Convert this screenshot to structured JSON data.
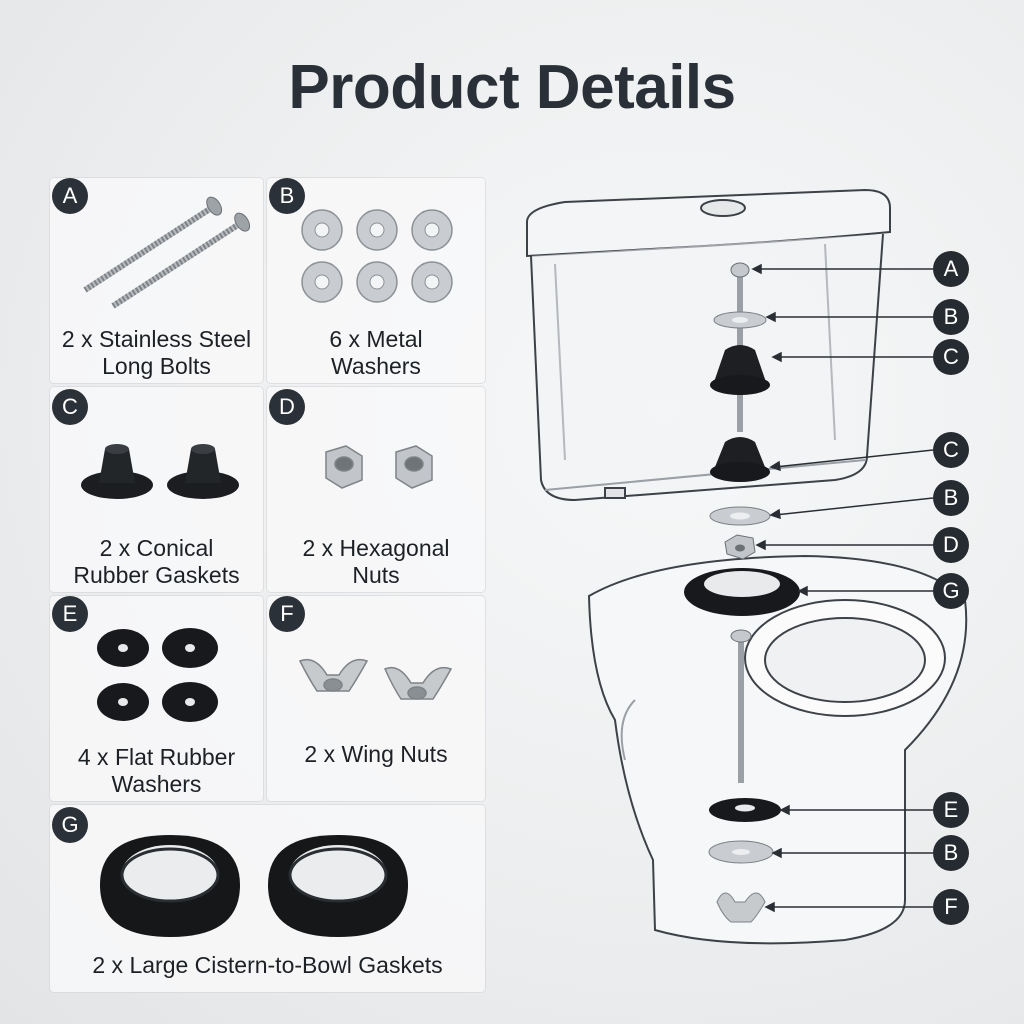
{
  "title": "Product Details",
  "items": [
    {
      "letter": "A",
      "caption_line1": "2 x Stainless Steel",
      "caption_line2": "Long Bolts"
    },
    {
      "letter": "B",
      "caption_line1": "6 x Metal",
      "caption_line2": "Washers"
    },
    {
      "letter": "C",
      "caption_line1": "2 x Conical",
      "caption_line2": "Rubber Gaskets"
    },
    {
      "letter": "D",
      "caption_line1": "2 x Hexagonal",
      "caption_line2": "Nuts"
    },
    {
      "letter": "E",
      "caption_line1": "4 x Flat Rubber",
      "caption_line2": "Washers"
    },
    {
      "letter": "F",
      "caption_line1": "2 x Wing Nuts",
      "caption_line2": ""
    },
    {
      "letter": "G",
      "caption_line1": "2 x Large Cistern-to-Bowl Gaskets",
      "caption_line2": ""
    }
  ],
  "diagram_callouts": [
    "A",
    "B",
    "C",
    "C",
    "B",
    "D",
    "G",
    "E",
    "B",
    "F"
  ]
}
